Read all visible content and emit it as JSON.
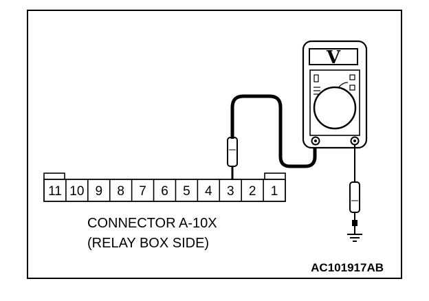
{
  "connector": {
    "pins": [
      "11",
      "10",
      "9",
      "8",
      "7",
      "6",
      "5",
      "4",
      "3",
      "2",
      "1"
    ],
    "probed_pin": "3",
    "caption_line1": "CONNECTOR A-10X",
    "caption_line2": "(RELAY BOX SIDE)"
  },
  "meter": {
    "display": "V",
    "probe_icon": "voltmeter-probe-icon",
    "ground_icon": "ground-symbol-icon"
  },
  "figure_code": "AC101917AB"
}
